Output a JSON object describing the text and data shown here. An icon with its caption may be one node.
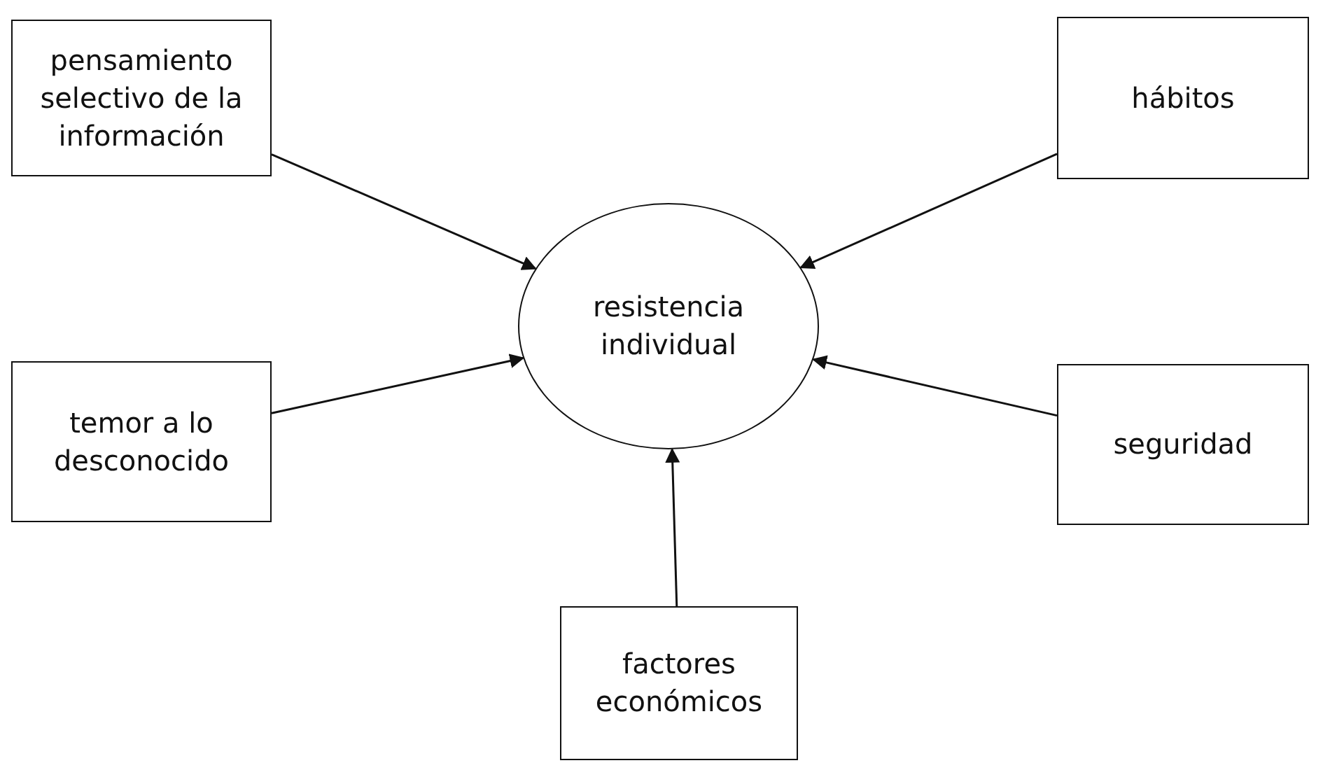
{
  "diagram": {
    "nodes": [
      {
        "text": [
          "pensamiento selectivo de la información"
        ]
      },
      {
        "text": [
          "hábitos"
        ]
      },
      {
        "text": [
          "resistencia individual"
        ]
      },
      {
        "text": [
          "temor a lo desconocido"
        ]
      },
      {
        "text": [
          "seguridad"
        ]
      },
      {
        "text": [
          "factores económicos"
        ]
      }
    ],
    "edges": [
      {
        "from": 0,
        "to": 2,
        "arrow": "to"
      },
      {
        "from": 1,
        "to": 2,
        "arrow": "to"
      },
      {
        "from": 3,
        "to": 2,
        "arrow": "to"
      },
      {
        "from": 4,
        "to": 2,
        "arrow": "to"
      },
      {
        "from": 5,
        "to": 2,
        "arrow": "to"
      }
    ]
  }
}
